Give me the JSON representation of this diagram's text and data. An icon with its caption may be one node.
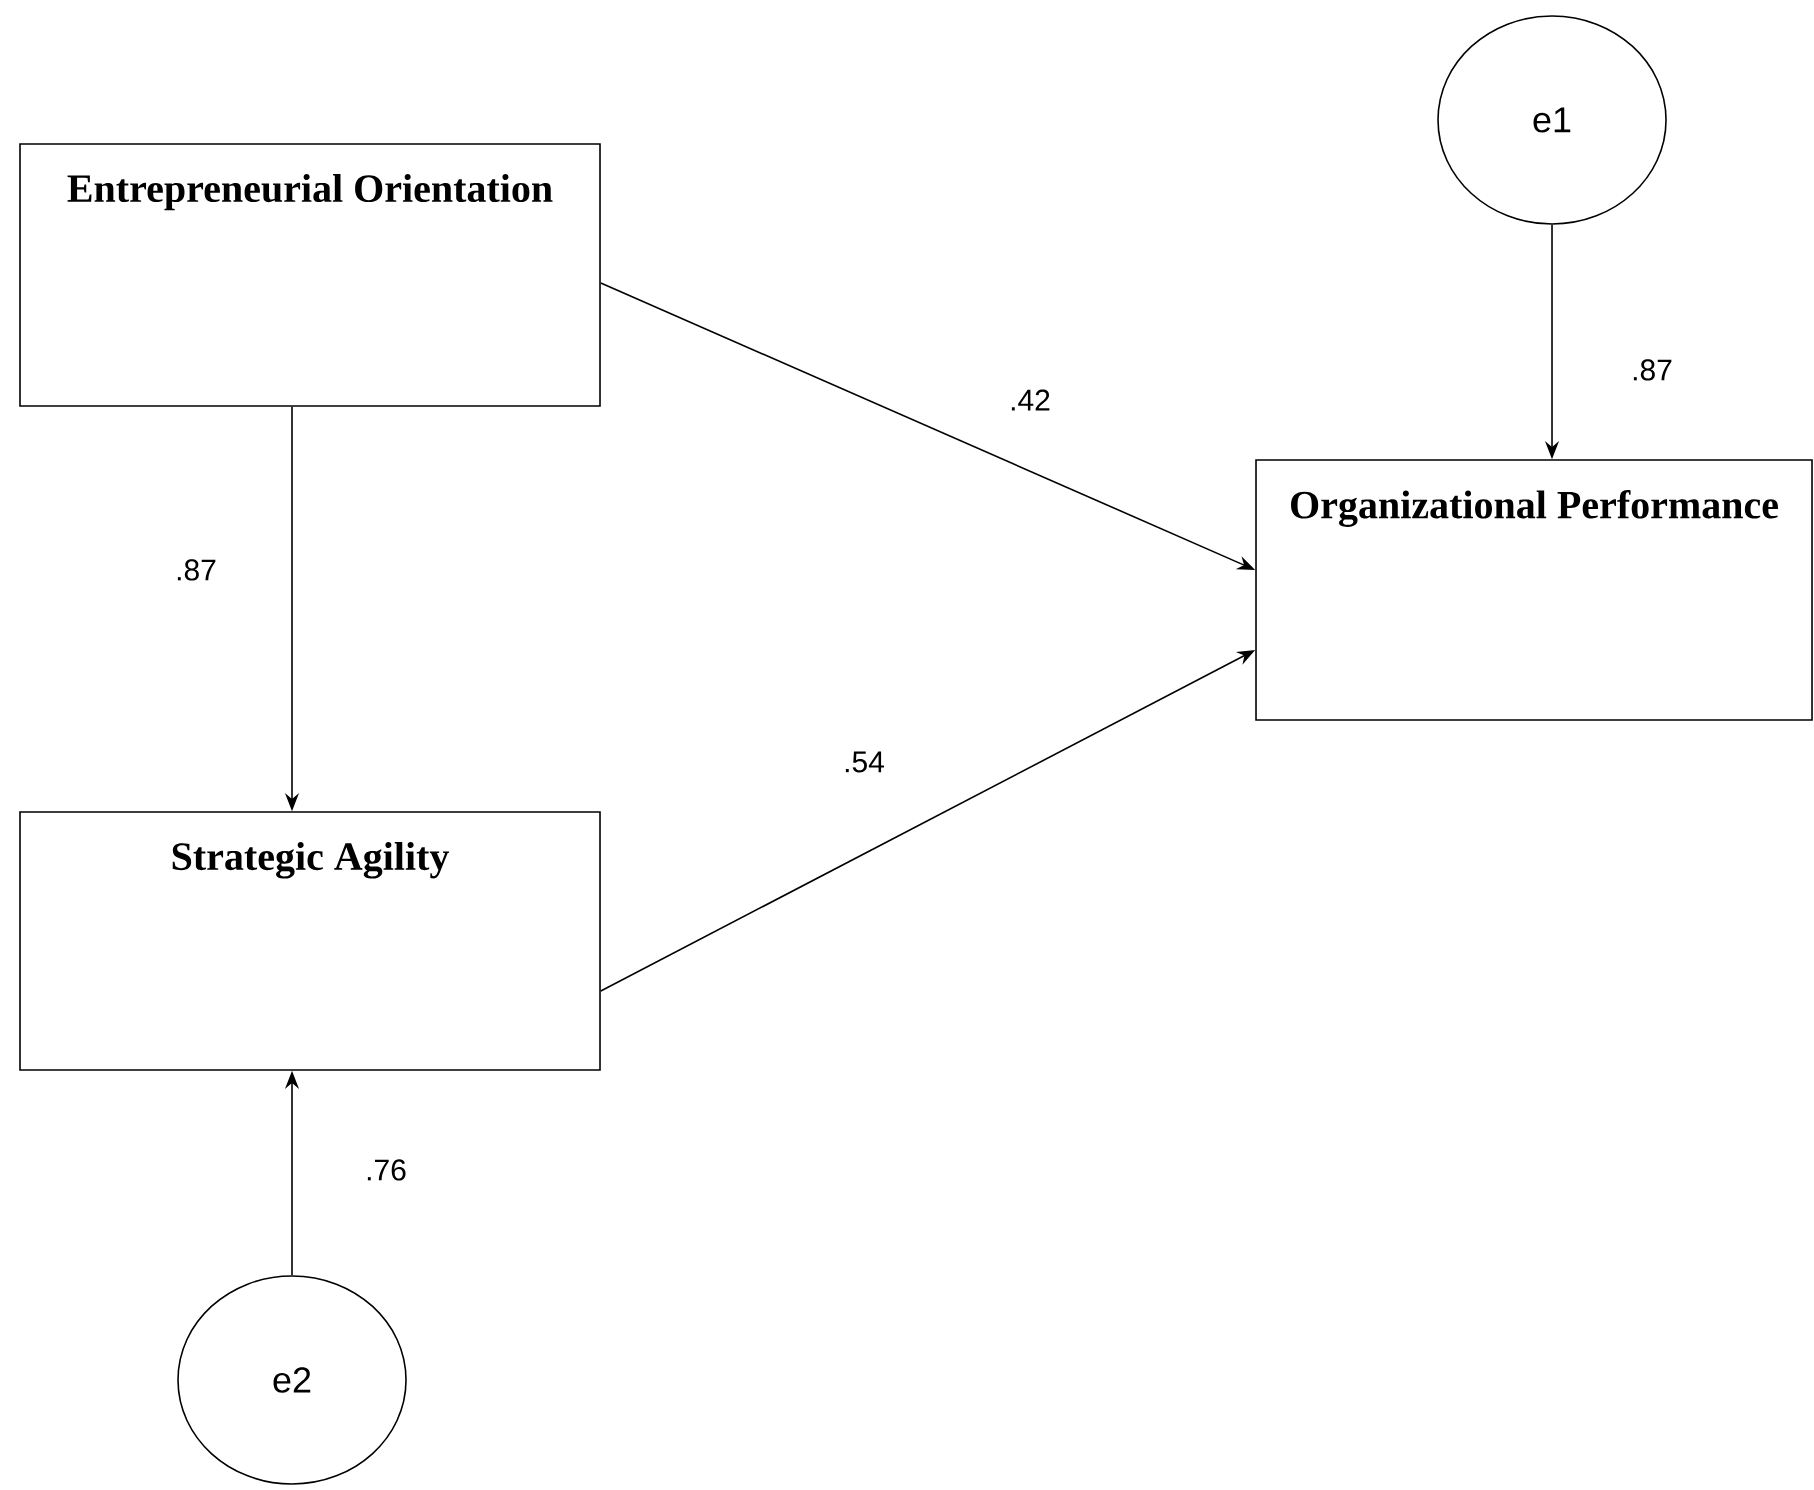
{
  "diagram": {
    "nodes": [
      {
        "text": [
          "Entrepreneurial Orientation"
        ]
      },
      {
        "text": [
          "e1"
        ]
      },
      {
        "text": [
          "Organizational Performance"
        ]
      },
      {
        "text": [
          "Strategic Agility"
        ]
      },
      {
        "text": [
          "e2"
        ]
      }
    ],
    "edges": [
      {
        "from": 0,
        "to": 2,
        "arrow": "to",
        "label": ".42"
      },
      {
        "from": 0,
        "to": 3,
        "arrow": "to",
        "label": ".87"
      },
      {
        "from": 1,
        "to": 2,
        "arrow": "to",
        "label": ".87"
      },
      {
        "from": 3,
        "to": 2,
        "arrow": "to",
        "label": ".54"
      },
      {
        "from": 4,
        "to": 3,
        "arrow": "to",
        "label": ".76"
      }
    ]
  }
}
